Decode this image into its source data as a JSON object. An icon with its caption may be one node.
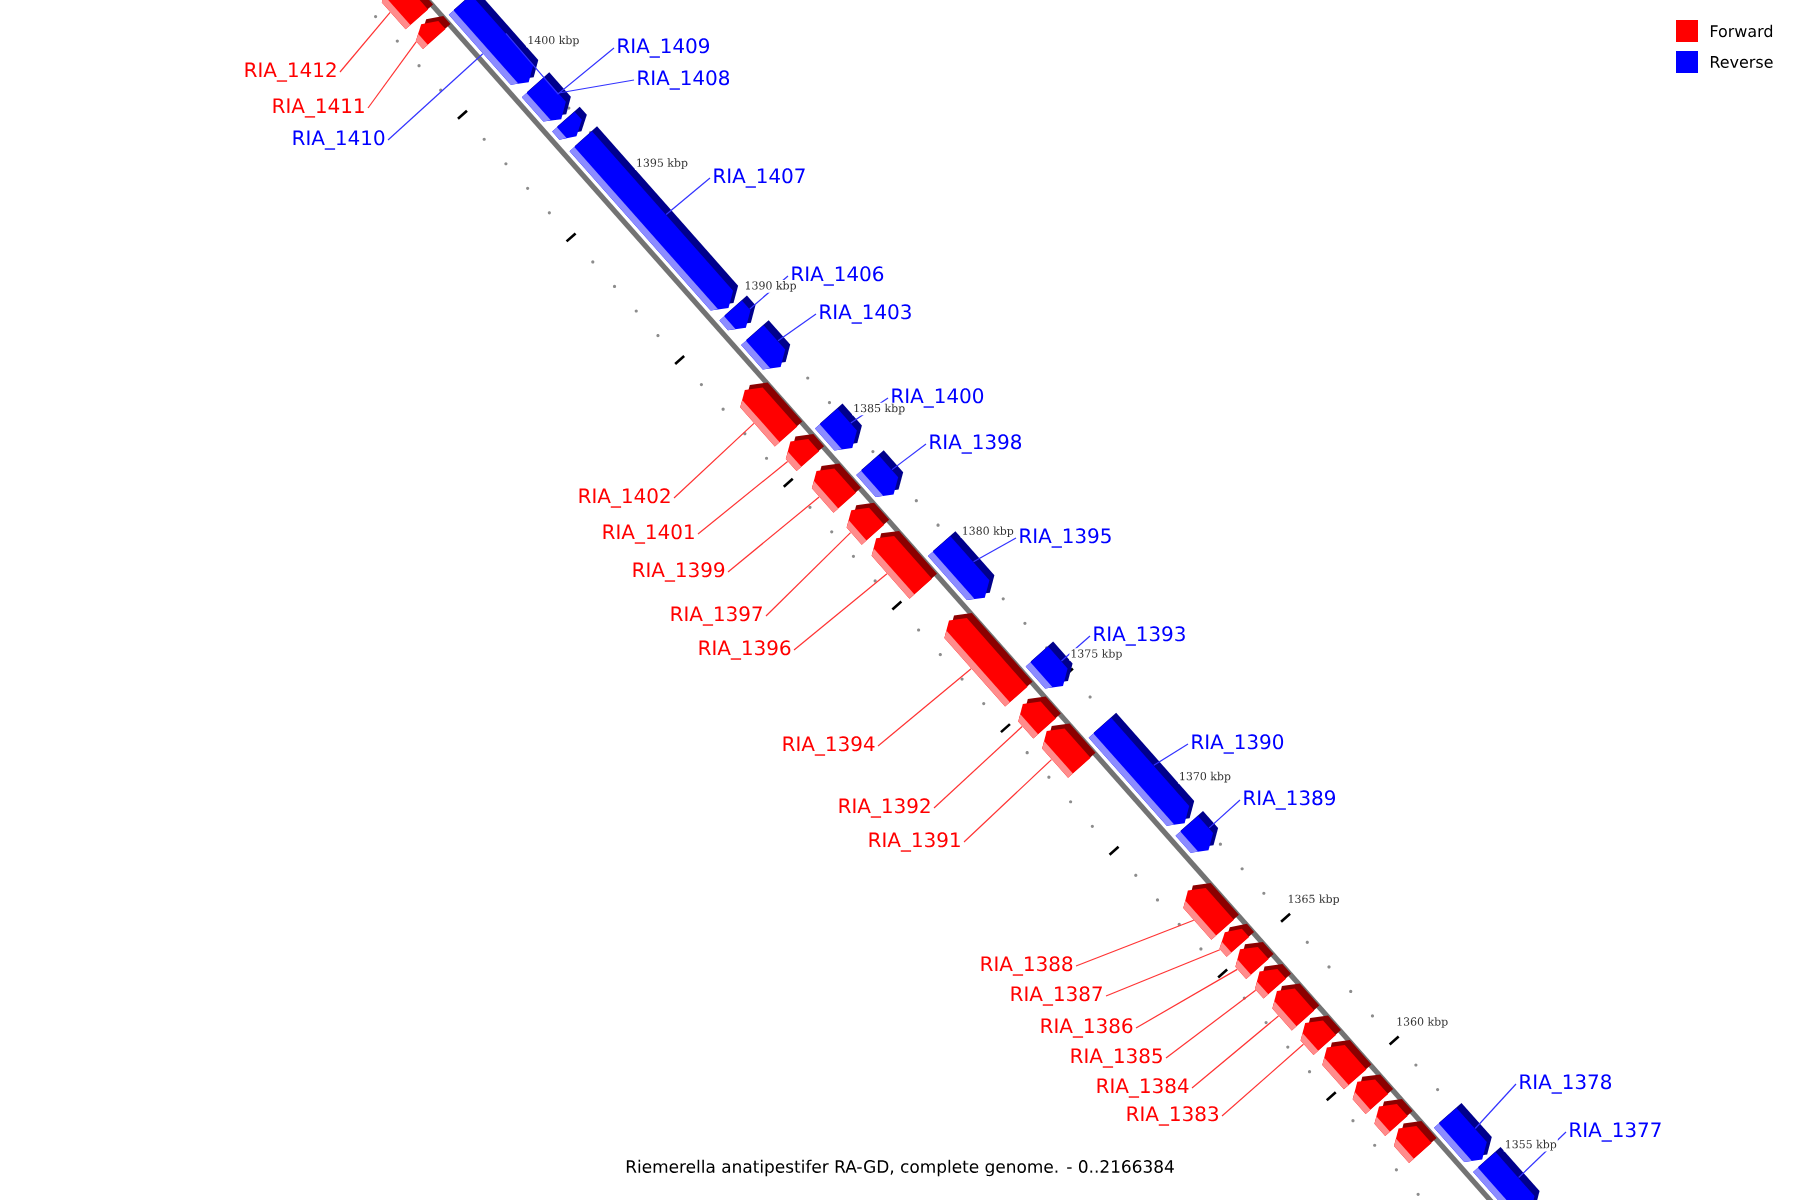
{
  "diagram": {
    "caption": "Riemerella anatipestifer RA-GD, complete genome. - 0..2166384",
    "nodes": [
      {
        "text": [
          "RIA_1409"
        ]
      },
      {
        "text": [
          "RIA_1412"
        ]
      },
      {
        "text": [
          "RIA_1408"
        ]
      },
      {
        "text": [
          "RIA_1411"
        ]
      },
      {
        "text": [
          "RIA_1410"
        ]
      },
      {
        "text": [
          "RIA_1407"
        ]
      },
      {
        "text": [
          "RIA_1406"
        ]
      },
      {
        "text": [
          "RIA_1403"
        ]
      },
      {
        "text": [
          "RIA_1400"
        ]
      },
      {
        "text": [
          "RIA_1398"
        ]
      },
      {
        "text": [
          "RIA_1402"
        ]
      },
      {
        "text": [
          "RIA_1401"
        ]
      },
      {
        "text": [
          "RIA_1395"
        ]
      },
      {
        "text": [
          "RIA_1399"
        ]
      },
      {
        "text": [
          "RIA_1397"
        ]
      },
      {
        "text": [
          "RIA_1393"
        ]
      },
      {
        "text": [
          "RIA_1396"
        ]
      },
      {
        "text": [
          "RIA_1390"
        ]
      },
      {
        "text": [
          "RIA_1394"
        ]
      },
      {
        "text": [
          "RIA_1389"
        ]
      },
      {
        "text": [
          "RIA_1392"
        ]
      },
      {
        "text": [
          "RIA_1391"
        ]
      },
      {
        "text": [
          "RIA_1388"
        ]
      },
      {
        "text": [
          "RIA_1387"
        ]
      },
      {
        "text": [
          "RIA_1386"
        ]
      },
      {
        "text": [
          "RIA_1385"
        ]
      },
      {
        "text": [
          "RIA_1378"
        ]
      },
      {
        "text": [
          "RIA_1384"
        ]
      },
      {
        "text": [
          "RIA_1383"
        ]
      },
      {
        "text": [
          "RIA_1377"
        ]
      },
      {
        "text": [],
        "shape": "box"
      },
      {
        "text": [],
        "shape": "box"
      },
      {
        "text": [],
        "shape": "box"
      },
      {
        "text": [],
        "shape": "box"
      },
      {
        "text": [],
        "shape": "box"
      },
      {
        "text": [],
        "shape": "box"
      },
      {
        "text": [],
        "shape": "box"
      },
      {
        "text": [],
        "shape": "box"
      },
      {
        "text": [],
        "shape": "box"
      },
      {
        "text": [],
        "shape": "box"
      },
      {
        "text": [],
        "shape": "box"
      },
      {
        "text": [],
        "shape": "box"
      },
      {
        "text": [],
        "shape": "box"
      },
      {
        "text": [],
        "shape": "box"
      },
      {
        "text": [],
        "shape": "box"
      },
      {
        "text": [],
        "shape": "box"
      },
      {
        "text": [],
        "shape": "box"
      },
      {
        "text": [],
        "shape": "box"
      },
      {
        "text": [],
        "shape": "box"
      },
      {
        "text": [],
        "shape": "box"
      },
      {
        "text": [],
        "shape": "box"
      },
      {
        "text": [],
        "shape": "box"
      },
      {
        "text": [],
        "shape": "box"
      },
      {
        "text": [],
        "shape": "box"
      },
      {
        "text": [],
        "shape": "box"
      },
      {
        "text": [],
        "shape": "box"
      },
      {
        "text": [],
        "shape": "box"
      },
      {
        "text": [],
        "shape": "box"
      },
      {
        "text": [],
        "shape": "box"
      },
      {
        "text": [],
        "shape": "box"
      },
      {
        "text": [],
        "shape": "box"
      },
      {
        "text": [],
        "shape": "box"
      },
      {
        "text": [],
        "shape": "box"
      },
      {
        "text": [],
        "shape": "box"
      }
    ],
    "edges": [
      {
        "from": 0,
        "to": 32,
        "arrow": "none",
        "color": "#3333ff"
      },
      {
        "from": 1,
        "to": 30,
        "arrow": "none"
      },
      {
        "from": 2,
        "to": 33,
        "arrow": "none",
        "color": "#3333ff"
      },
      {
        "from": 3,
        "to": 31,
        "arrow": "none"
      },
      {
        "from": 4,
        "to": 32,
        "arrow": "none",
        "color": "#3333ff"
      },
      {
        "from": 5,
        "to": 35,
        "arrow": "none",
        "color": "#3333ff"
      },
      {
        "from": 6,
        "to": 36,
        "arrow": "none",
        "color": "#3333ff"
      },
      {
        "from": 7,
        "to": 37,
        "arrow": "none",
        "color": "#3333ff"
      },
      {
        "from": 8,
        "to": 39,
        "arrow": "none",
        "color": "#3333ff"
      },
      {
        "from": 9,
        "to": 42,
        "arrow": "none",
        "color": "#3333ff"
      },
      {
        "from": 10,
        "to": 38,
        "arrow": "none"
      },
      {
        "from": 11,
        "to": 40,
        "arrow": "none"
      },
      {
        "from": 12,
        "to": 45,
        "arrow": "none",
        "color": "#3333ff"
      },
      {
        "from": 13,
        "to": 41,
        "arrow": "none"
      },
      {
        "from": 14,
        "to": 43,
        "arrow": "none"
      },
      {
        "from": 15,
        "to": 47,
        "arrow": "none",
        "color": "#3333ff"
      },
      {
        "from": 16,
        "to": 44,
        "arrow": "none"
      },
      {
        "from": 17,
        "to": 50,
        "arrow": "none",
        "color": "#3333ff"
      },
      {
        "from": 18,
        "to": 46,
        "arrow": "none"
      },
      {
        "from": 19,
        "to": 51,
        "arrow": "none",
        "color": "#3333ff"
      },
      {
        "from": 20,
        "to": 48,
        "arrow": "none"
      },
      {
        "from": 21,
        "to": 49,
        "arrow": "none"
      },
      {
        "from": 22,
        "to": 52,
        "arrow": "none"
      },
      {
        "from": 23,
        "to": 53,
        "arrow": "none"
      },
      {
        "from": 24,
        "to": 54,
        "arrow": "none"
      },
      {
        "from": 25,
        "to": 55,
        "arrow": "none"
      },
      {
        "from": 26,
        "to": 62,
        "arrow": "none",
        "color": "#3333ff"
      },
      {
        "from": 27,
        "to": 56,
        "arrow": "none"
      },
      {
        "from": 28,
        "to": 57,
        "arrow": "none"
      },
      {
        "from": 29,
        "to": 63,
        "arrow": "none",
        "color": "#3333ff"
      }
    ],
    "labels": [
      "1400 kbp",
      "1395 kbp",
      "1390 kbp",
      "1385 kbp",
      "1380 kbp",
      "1375 kbp",
      "1370 kbp",
      "1365 kbp",
      "1360 kbp",
      "1355 kbp"
    ],
    "legend": [
      {
        "text": "Forward",
        "color": "#ff0000"
      },
      {
        "text": "Reverse",
        "color": "#0000ff"
      }
    ]
  }
}
